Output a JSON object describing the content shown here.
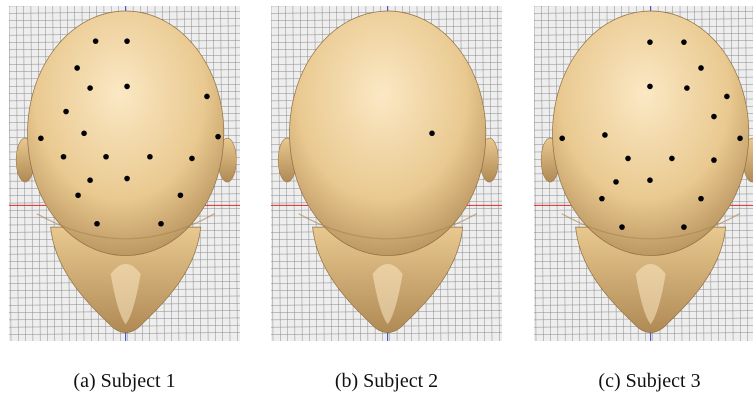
{
  "colors": {
    "grid_background": "#eeeeee",
    "grid_line": "#8a8a8a",
    "axis_vertical": "#2b3bd6",
    "axis_horizontal": "#d92b2b",
    "skin_light": "#fbe8c4",
    "skin_mid": "#e9c990",
    "skin_dark": "#b08a55",
    "marker": "#000000"
  },
  "panels": [
    {
      "caption": "(a) Subject 1",
      "markers": [
        [
          0.375,
          0.105
        ],
        [
          0.511,
          0.105
        ],
        [
          0.295,
          0.185
        ],
        [
          0.351,
          0.245
        ],
        [
          0.511,
          0.24
        ],
        [
          0.857,
          0.27
        ],
        [
          0.247,
          0.315
        ],
        [
          0.138,
          0.395
        ],
        [
          0.325,
          0.38
        ],
        [
          0.905,
          0.39
        ],
        [
          0.236,
          0.45
        ],
        [
          0.42,
          0.45
        ],
        [
          0.61,
          0.45
        ],
        [
          0.792,
          0.455
        ],
        [
          0.351,
          0.52
        ],
        [
          0.511,
          0.515
        ],
        [
          0.299,
          0.565
        ],
        [
          0.742,
          0.565
        ],
        [
          0.381,
          0.65
        ],
        [
          0.658,
          0.65
        ]
      ]
    },
    {
      "caption": "(b) Subject 2",
      "markers": [
        [
          0.697,
          0.38
        ]
      ]
    },
    {
      "caption": "(c) Subject 3",
      "markers": [
        [
          0.502,
          0.108
        ],
        [
          0.649,
          0.108
        ],
        [
          0.723,
          0.185
        ],
        [
          0.502,
          0.24
        ],
        [
          0.662,
          0.245
        ],
        [
          0.835,
          0.27
        ],
        [
          0.779,
          0.33
        ],
        [
          0.307,
          0.385
        ],
        [
          0.892,
          0.395
        ],
        [
          0.122,
          0.395
        ],
        [
          0.407,
          0.455
        ],
        [
          0.597,
          0.455
        ],
        [
          0.779,
          0.46
        ],
        [
          0.355,
          0.525
        ],
        [
          0.502,
          0.52
        ],
        [
          0.294,
          0.575
        ],
        [
          0.723,
          0.575
        ],
        [
          0.381,
          0.66
        ],
        [
          0.649,
          0.66
        ]
      ]
    }
  ]
}
